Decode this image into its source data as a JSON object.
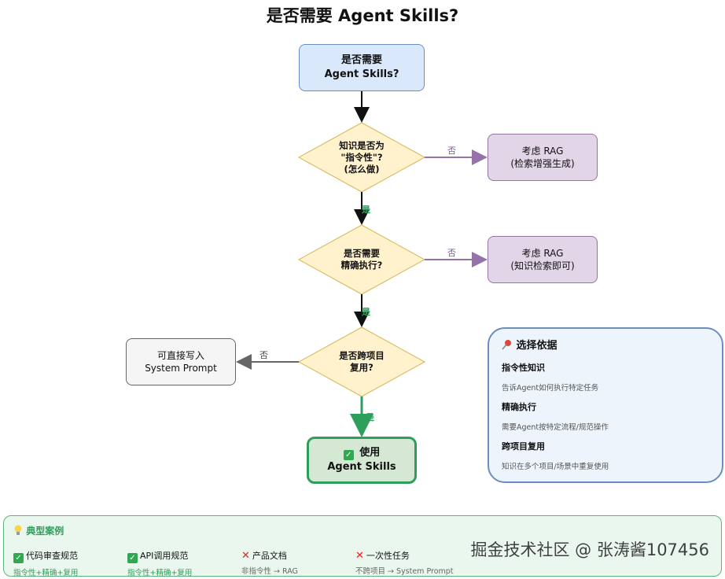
{
  "title": "是否需要 Agent Skills?",
  "nodes": {
    "start": {
      "line1": "是否需要",
      "line2": "Agent Skills?"
    },
    "q1": {
      "line1": "知识是否为",
      "line2": "\"指令性\"?",
      "line3": "(怎么做)"
    },
    "q2": {
      "line1": "是否需要",
      "line2": "精确执行?"
    },
    "q3": {
      "line1": "是否跨项目",
      "line2": "复用?"
    },
    "rag1": {
      "line1": "考虑 RAG",
      "line2": "(检索增强生成)"
    },
    "rag2": {
      "line1": "考虑 RAG",
      "line2": "(知识检索即可)"
    },
    "sys": {
      "line1": "可直接写入",
      "line2": "System Prompt"
    },
    "use": {
      "icon": "✓",
      "line1": "使用",
      "line2": "Agent Skills"
    }
  },
  "edges": {
    "no": "否",
    "yes": "是"
  },
  "panel": {
    "icon": "pushpin-icon",
    "title": "选择依据",
    "items": [
      {
        "title": "指令性知识",
        "desc": "告诉Agent如何执行特定任务"
      },
      {
        "title": "精确执行",
        "desc": "需要Agent按特定流程/规范操作"
      },
      {
        "title": "跨项目复用",
        "desc": "知识在多个项目/场景中重复使用"
      }
    ]
  },
  "cases": {
    "icon": "lightbulb-icon",
    "title": "典型案例",
    "items": [
      {
        "label": "代码审查规范",
        "sub": "指令性+精确+复用",
        "ok": true
      },
      {
        "label": "API调用规范",
        "sub": "指令性+精确+复用",
        "ok": true
      },
      {
        "label": "产品文档",
        "sub": "非指令性 → RAG",
        "ok": false
      },
      {
        "label": "一次性任务",
        "sub": "不跨项目 → System Prompt",
        "ok": false
      }
    ]
  },
  "watermark": "掘金技术社区 @ 张涛酱107456",
  "colors": {
    "start_fill": "#dae8fc",
    "decision_fill": "#fff2cc",
    "rag_fill": "#e1d5e7",
    "sys_fill": "#f5f5f5",
    "use_fill": "#d5e8d4",
    "yes": "#2e9e5b",
    "no": "#9673a6"
  }
}
